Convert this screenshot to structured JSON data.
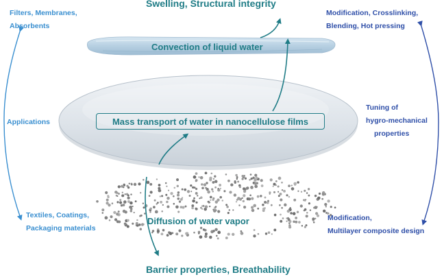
{
  "top_title": "Swelling, Structural integrity",
  "bottom_title": "Barrier properties, Breathability",
  "film_label": "Convection of liquid water",
  "center_label": "Mass transport of water in nanocellulose films",
  "vapor_label": "Diffusion of water vapor",
  "left": {
    "top": [
      "Filters, Membranes,",
      "Absorbents"
    ],
    "middle": "Applications",
    "bottom": [
      "Textiles, Coatings,",
      "Packaging materials"
    ]
  },
  "right": {
    "top": [
      "Modification, Crosslinking,",
      "Blending, Hot pressing"
    ],
    "middle": [
      "Tuning of",
      "hygro-mechanical",
      "properties"
    ],
    "bottom": [
      "Modification,",
      "Multilayer  composite design"
    ]
  },
  "colors": {
    "teal": "#1f7c86",
    "left_blue": "#3a8fd0",
    "right_navy": "#2f4fa8",
    "disc_fill": "#dfe5ea",
    "film_fill": "#b9d2e3",
    "particle": "#8f8f8f"
  }
}
